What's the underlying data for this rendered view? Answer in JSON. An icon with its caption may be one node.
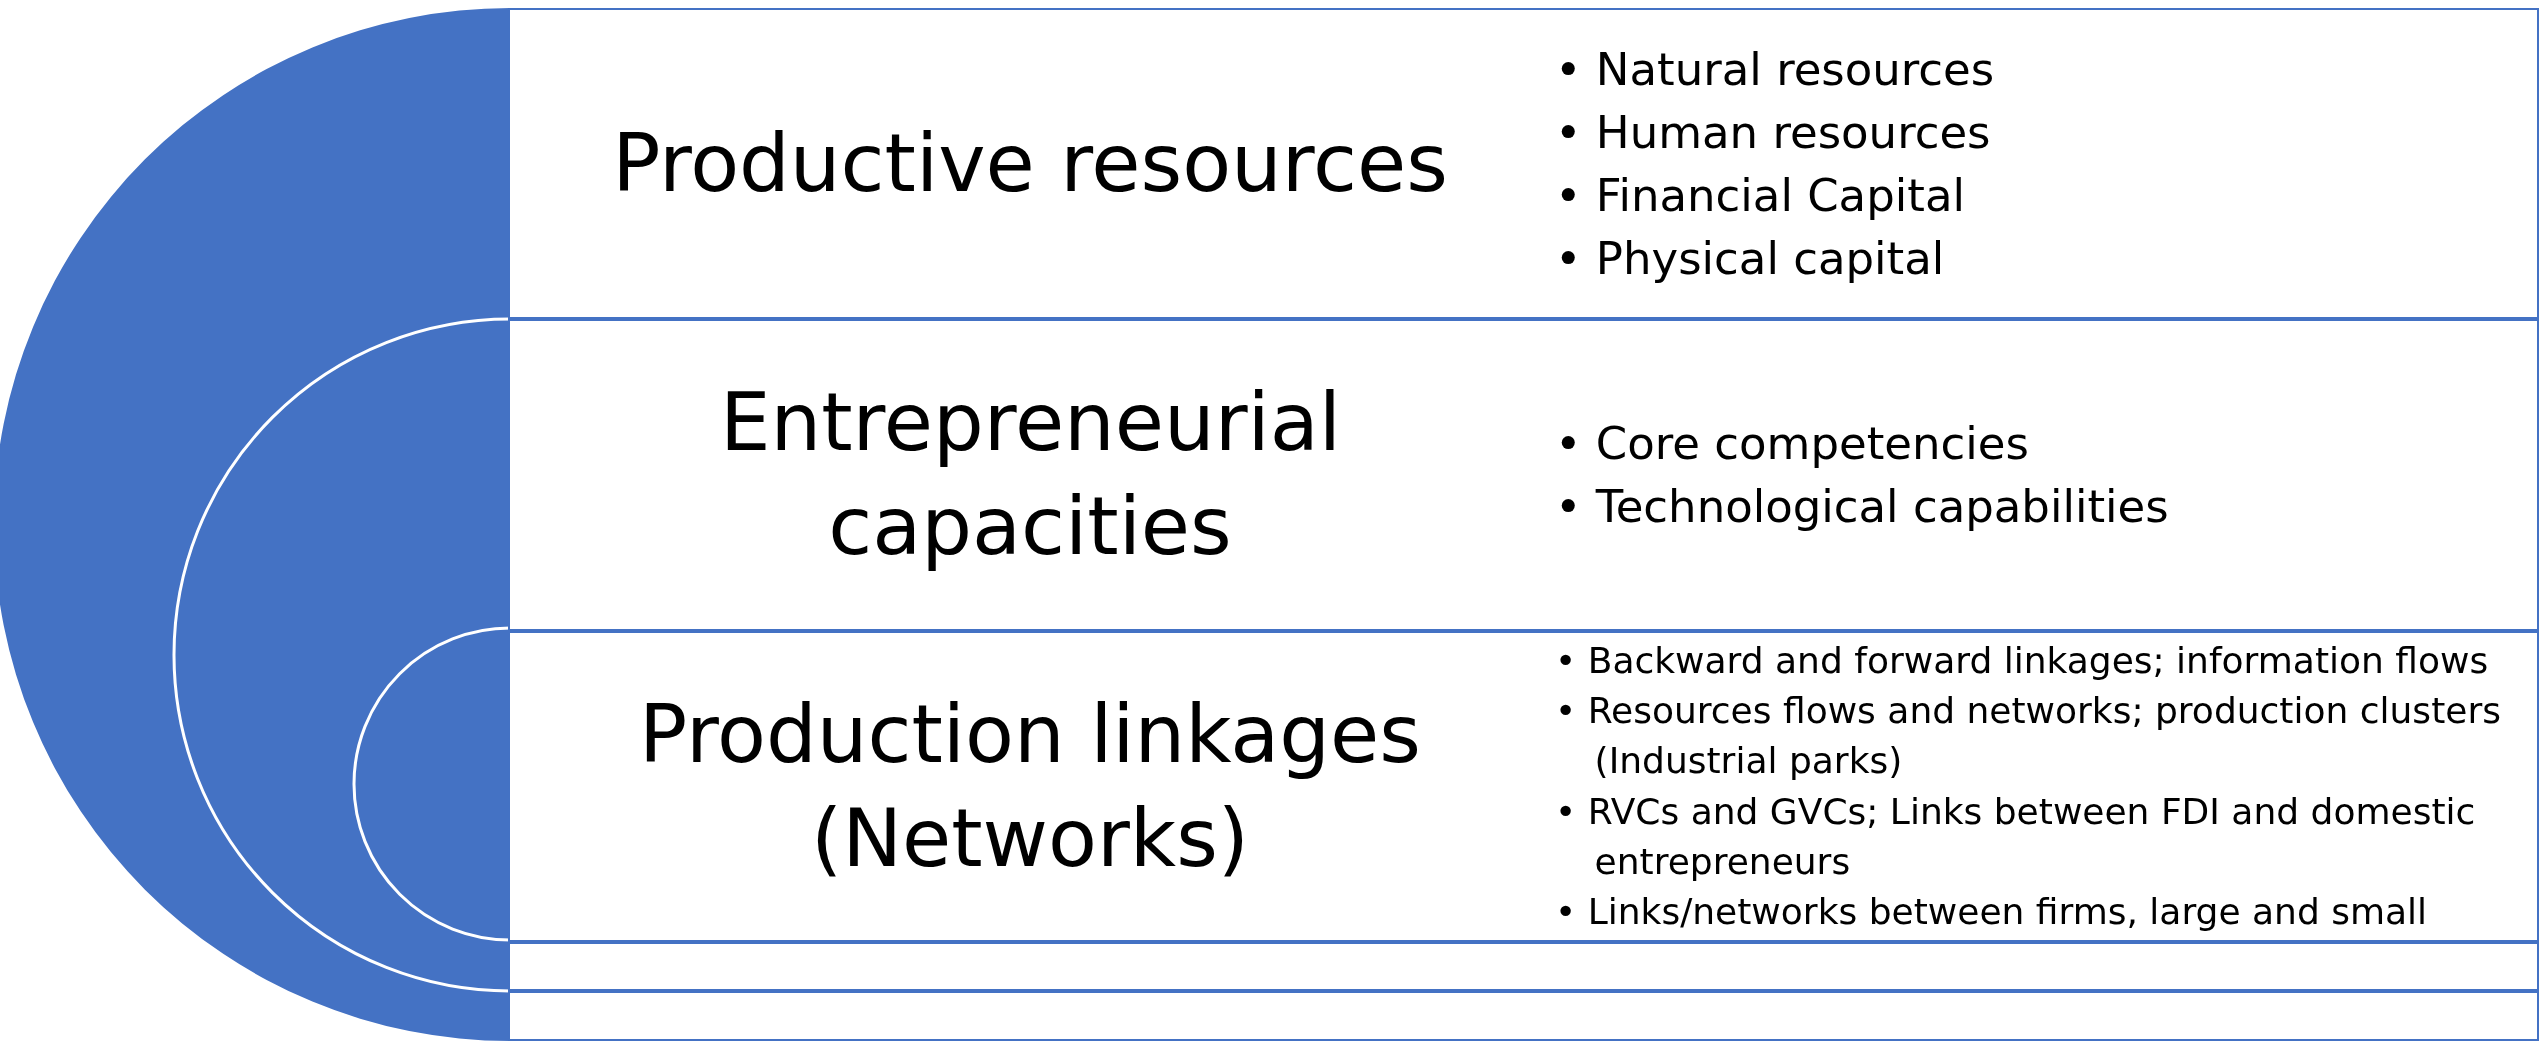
{
  "diagram": {
    "nodes": [
      {
        "text": [
          "Productive resources",
          "• Natural resources",
          "• Human resources",
          "• Financial Capital",
          "• Physical capital"
        ]
      },
      {
        "text": [
          "Entrepreneurial capacities",
          "• Core competencies",
          "• Technological capabilities"
        ]
      },
      {
        "text": [
          "Production linkages (Networks)",
          "• Backward and forward linkages; information flows",
          "• Resources flows and networks; production clusters (Industrial parks)",
          "• RVCs and GVCs; Links between FDI and domestic entrepreneurs",
          "• Links/networks between firms, large and small"
        ]
      },
      {
        "text": [],
        "shape": "box"
      },
      {
        "text": [],
        "shape": "box"
      }
    ]
  }
}
